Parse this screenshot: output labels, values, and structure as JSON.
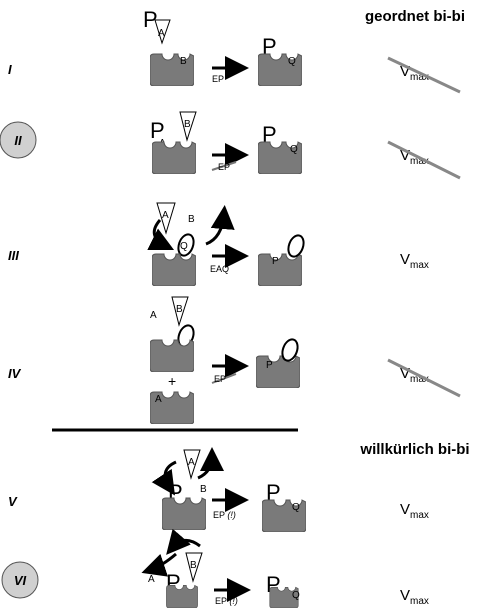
{
  "headings": {
    "ordered": "geordnet bi-bi",
    "random": "willkürlich bi-bi"
  },
  "rows": [
    {
      "numeral": "I",
      "circled": false,
      "complex": "EP",
      "vmax_crossed": true
    },
    {
      "numeral": "II",
      "circled": true,
      "complex": "EP",
      "vmax_crossed": true
    },
    {
      "numeral": "III",
      "circled": false,
      "complex": "EAQ",
      "vmax_crossed": false
    },
    {
      "numeral": "IV",
      "circled": false,
      "complex": "EP",
      "vmax_crossed": true
    },
    {
      "numeral": "V",
      "circled": false,
      "complex": "EP",
      "complex_note": "(!)",
      "vmax_crossed": false
    },
    {
      "numeral": "VI",
      "circled": true,
      "complex": "EP",
      "complex_note": "(!)",
      "vmax_crossed": false
    }
  ],
  "symbols": {
    "substrate_a": "A",
    "substrate_b": "B",
    "product_p": "P",
    "product_q": "Q",
    "plus": "+",
    "v_main": "V",
    "v_sub": "max"
  }
}
